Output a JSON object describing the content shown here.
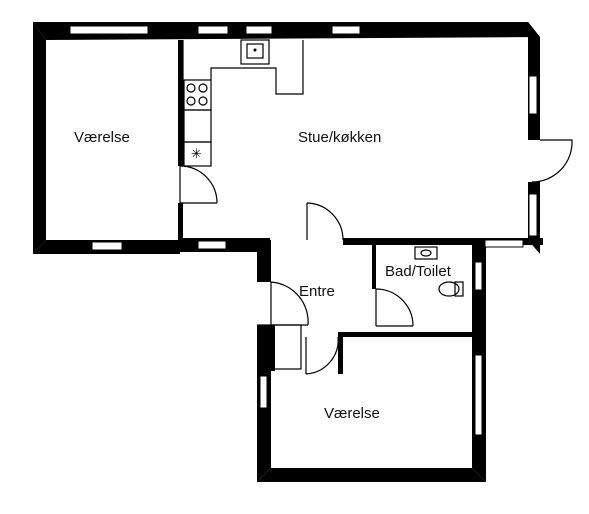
{
  "plan": {
    "rooms": {
      "vaerelse_1": "Værelse",
      "stue_kokken": "Stue/køkken",
      "entre": "Entre",
      "bad_toilet": "Bad/Toilet",
      "vaerelse_2": "Værelse"
    }
  }
}
